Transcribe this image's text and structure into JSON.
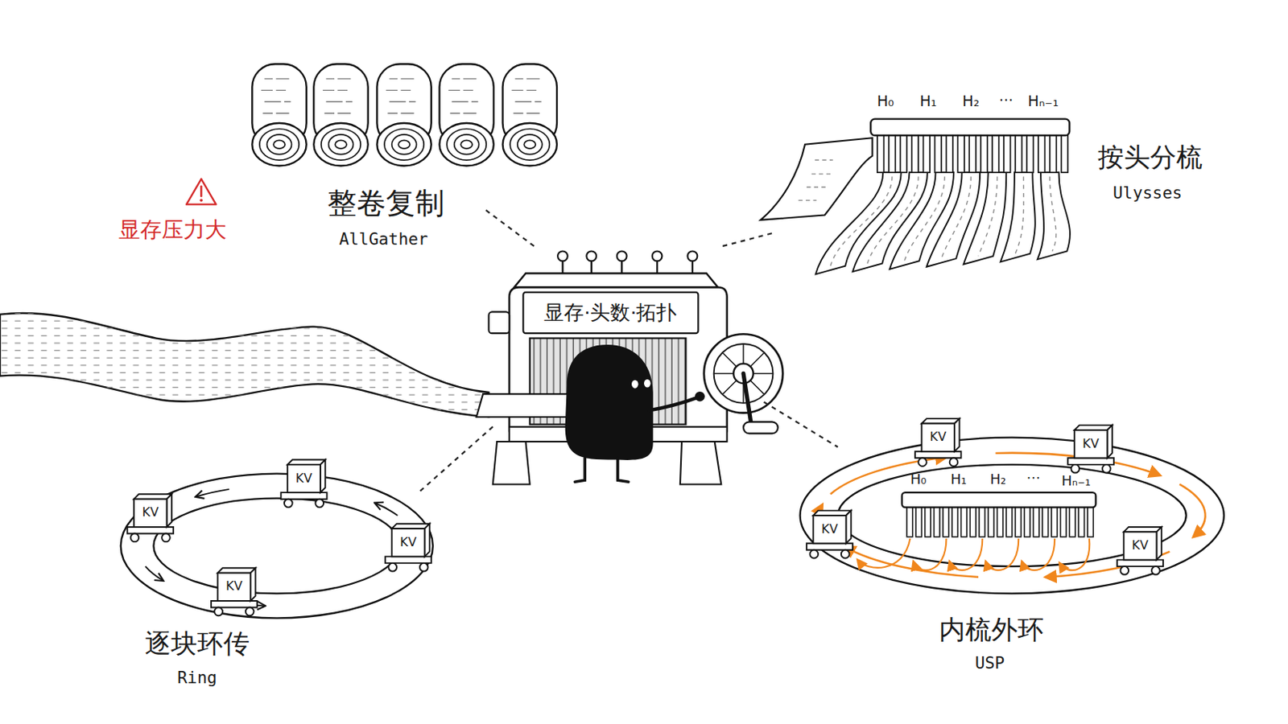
{
  "diagram": {
    "nodes": [
      {
        "text": [
          "整卷复制",
          "AllGather"
        ]
      },
      {
        "text": [
          "按头分梳",
          "Ulysses"
        ]
      },
      {
        "text": [
          "显存·头数·拓扑"
        ]
      },
      {
        "text": [
          "逐块环传",
          "Ring"
        ]
      },
      {
        "text": [
          "内梳外环",
          "USP"
        ]
      }
    ],
    "edges": [
      {
        "from": 2,
        "to": 0,
        "arrow": "none"
      },
      {
        "from": 2,
        "to": 1,
        "arrow": "none"
      },
      {
        "from": 2,
        "to": 3,
        "arrow": "none"
      },
      {
        "from": 2,
        "to": 4,
        "arrow": "none"
      }
    ],
    "labels": [
      "显存压力大",
      "H₀",
      "H₁",
      "H₂",
      "⋯",
      "Hₙ₋₁",
      "H₀",
      "H₁",
      "H₂",
      "⋯",
      "Hₙ₋₁",
      "KV",
      "KV",
      "KV",
      "KV",
      "KV",
      "KV",
      "KV",
      "KV"
    ]
  }
}
